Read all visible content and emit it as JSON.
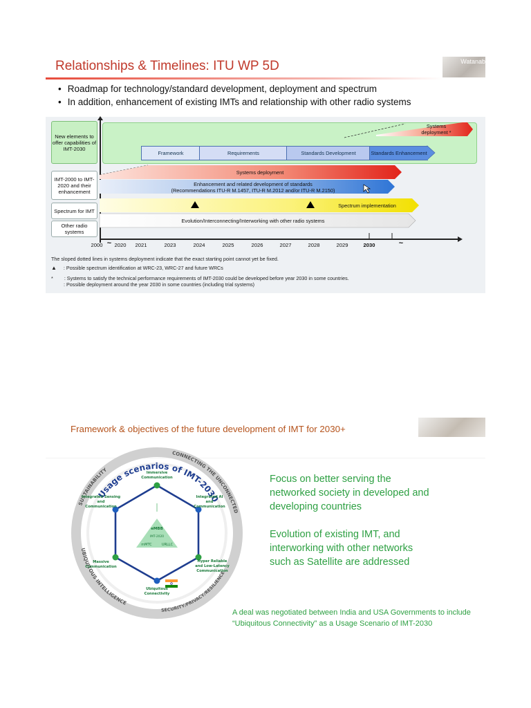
{
  "slide1": {
    "title": "Relationships & Timelines:  ITU WP 5D",
    "webcam_label": "Watanab",
    "bullets": [
      "Roadmap for technology/standard development, deployment and spectrum",
      "In addition, enhancement of existing IMTs and relationship with other radio systems"
    ],
    "row_labels": {
      "new_elements": "New elements to offer capabilities of IMT-2030",
      "imt_existing": "IMT-2000 to IMT-2020 and their enhancement",
      "spectrum": "Spectrum for IMT",
      "other_radio": "Other radio systems"
    },
    "phases": {
      "framework": "Framework",
      "requirements": "Requirements",
      "standards_development": "Standards Development",
      "standards_enhancement": "Standards Enhancement",
      "systems_deployment_2030": "Systems deployment *"
    },
    "bars": {
      "systems_deployment": "Systems deployment",
      "enhancement_line1": "Enhancement and related development of standards",
      "enhancement_line2": "(Recommendations ITU-R M.1457, ITU-R M.2012 and/or ITU-R M.2150)",
      "spectrum_implementation": "Spectrum implementation",
      "evolution": "Evolution/Interconnecting/Interworking with other radio systems"
    },
    "axis_ticks": [
      "2000",
      "~",
      "2020",
      "2021",
      "2023",
      "2024",
      "2025",
      "2026",
      "2027",
      "2028",
      "2029",
      "2030",
      "~"
    ],
    "notes": {
      "dotted": "The sloped dotted lines in systems deployment indicate that the exact starting point cannot yet be fixed.",
      "triangle": ": Possible spectrum identification at WRC-23, WRC-27 and future WRCs",
      "star_line1": ": Systems to satisfy the technical performance requirements of IMT-2030 could be developed before year 2030 in some countries.",
      "star_line2": ": Possible deployment around the year 2030 in some countries (including trial systems)",
      "star_symbol": "*"
    },
    "colors": {
      "title": "#c0392b",
      "green_panel": "#c9f2c6",
      "bar_red": "#e74c3c",
      "bar_blue": "#3b82d6",
      "bar_yellow": "#f7e600"
    }
  },
  "slide2": {
    "title": "Framework & objectives of the future development of IMT for 2030+",
    "ring_top": "Usage scenarios of IMT-2030",
    "ring_labels": {
      "sustainability": "SUSTAINABILITY",
      "connecting": "CONNECTING THE UNCONNECTED",
      "ubiquitous_intelligence": "UBIQUITOUS INTELLIGENCE",
      "security": "SECURITY/PRIVACY/RESILIENCE"
    },
    "scenarios": {
      "immersive": [
        "Immersive",
        "Communication"
      ],
      "integrated_ai": [
        "Integrated AI",
        "and",
        "Communication"
      ],
      "hyper": [
        "Hyper Reliable",
        "and Low-Latency",
        "Communication"
      ],
      "ubiquitous": [
        "Ubiquitous",
        "Connectivity"
      ],
      "massive": [
        "Massive",
        "Communication"
      ],
      "sensing": [
        "Integrated Sensing",
        "and",
        "Communication"
      ]
    },
    "triangle": {
      "embb": "eMBB",
      "imt2020": "IMT-2020",
      "mmtc": "mMTC",
      "urllc": "URLLC"
    },
    "focus1": [
      "Focus on better serving the",
      "networked society in developed and",
      "developing countries"
    ],
    "focus2": [
      "Evolution of existing IMT, and",
      "interworking with other networks",
      "such as Satellite are addressed"
    ],
    "deal": [
      "A deal was negotiated between India and USA Governments to include",
      "“Ubiquitous Connectivity”  as a Usage Scenario of IMT-2030"
    ],
    "colors": {
      "title": "#b5531c",
      "focus_text": "#2ea043",
      "node": "#2ea043",
      "node_blue": "#1f5fbf",
      "hex_line": "#1e3d8f"
    }
  }
}
